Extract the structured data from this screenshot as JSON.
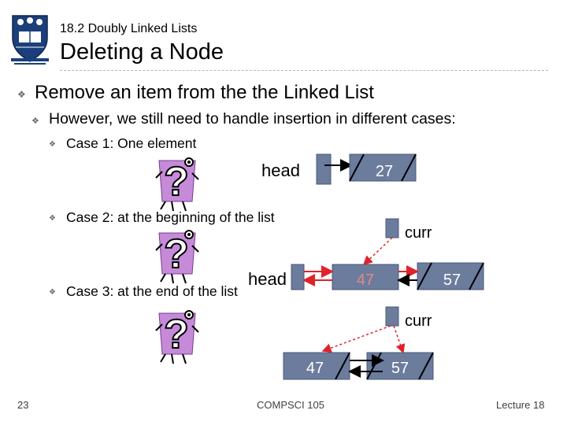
{
  "header": {
    "section": "18.2 Doubly Linked Lists",
    "title": "Deleting a Node"
  },
  "bullets": {
    "level1": "Remove an item from the the Linked List",
    "level2": "However, we still need to handle insertion in different cases:",
    "case1": "Case 1:  One element",
    "case2": "Case 2: at the beginning of the list",
    "case3": "Case 3: at the end of the list"
  },
  "diagram": {
    "case1": {
      "head_label": "head",
      "node_value": "27"
    },
    "case2": {
      "curr_label": "curr",
      "head_label": "head",
      "first_value": "47",
      "second_value": "57"
    },
    "case3": {
      "curr_label": "curr",
      "first_value": "47",
      "second_value": "57"
    },
    "colors": {
      "node_fill": "#6b7c9d",
      "node_stroke": "#4a5878",
      "arrow_red": "#e0222a"
    },
    "icon": "question-mark-mascot"
  },
  "footer": {
    "slide_number": "23",
    "course": "COMPSCI 105",
    "lecture": "Lecture 18"
  }
}
